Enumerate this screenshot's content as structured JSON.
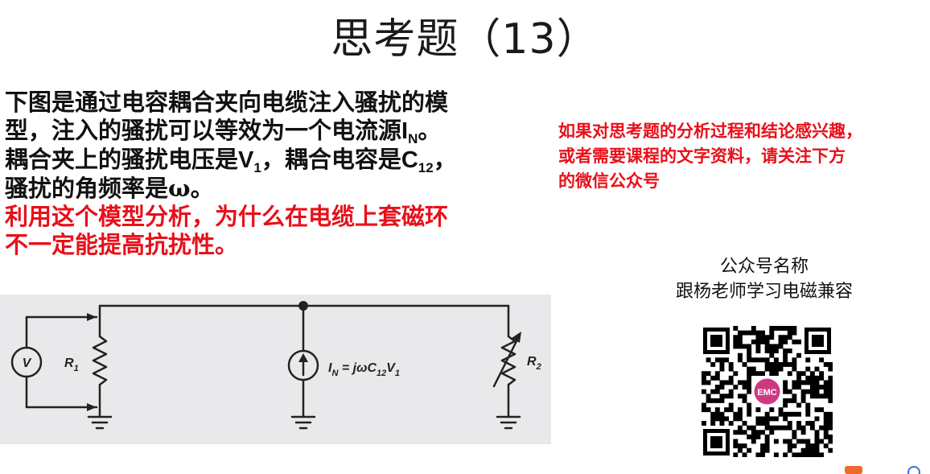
{
  "slide": {
    "title": "思考题（13）"
  },
  "question": {
    "line1": "下图是通过电容耦合夹向电缆注入骚扰的模",
    "line2_a": "型，注入的骚扰可以等效为一个电流源",
    "line2_sym": "I",
    "line2_sub": "N",
    "line2_b": "。",
    "line3_a": "耦合夹上的骚扰电压是",
    "line3_sym1": "V",
    "line3_sub1": "1",
    "line3_b": "，耦合电容是",
    "line3_sym2": "C",
    "line3_sub2": "12",
    "line3_c": "，",
    "line4": "骚扰的角频率是ω。",
    "line5": "利用这个模型分析，为什么在电缆上套磁环",
    "line6": "不一定能提高抗扰性。"
  },
  "note": {
    "line1": "如果对思考题的分析过程和结论感兴趣，",
    "line2": "或者需要课程的文字资料，请关注下方",
    "line3": "的微信公众号"
  },
  "wechat": {
    "label": "公众号名称",
    "name": "跟杨老师学习电磁兼容",
    "qr_logo_text": "EMC"
  },
  "circuit": {
    "voltmeter_label": "V",
    "r1_label": "R",
    "r1_sub": "1",
    "r2_label": "R",
    "r2_sub": "2",
    "source_eq_a": "I",
    "source_eq_b": "N",
    "source_eq_c": " = jωC",
    "source_eq_d": "12",
    "source_eq_e": "V",
    "source_eq_f": "1"
  },
  "colors": {
    "accent_red": "#e8101a",
    "text": "#111111",
    "panel": "#e9e9eb"
  }
}
